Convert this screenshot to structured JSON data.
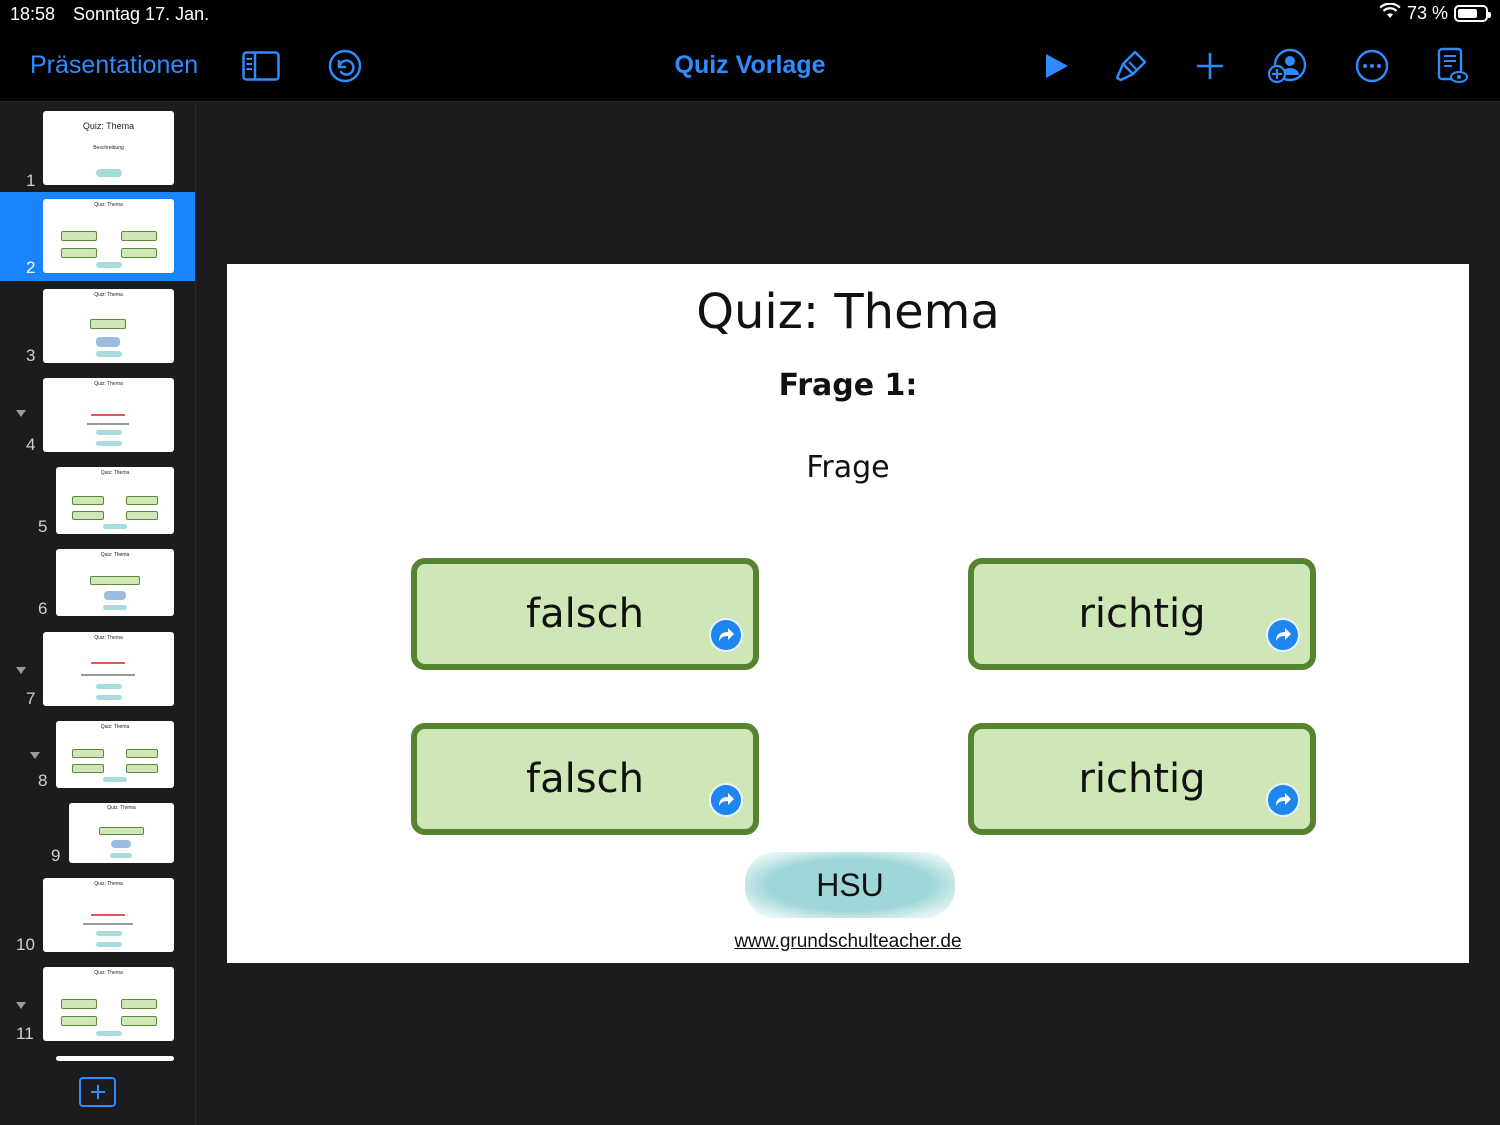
{
  "status_bar": {
    "time": "18:58",
    "date": "Sonntag 17. Jan.",
    "battery_percent": "73 %",
    "battery_level": 0.73
  },
  "toolbar": {
    "back_label": "Präsentationen",
    "title": "Quiz Vorlage",
    "icons": [
      "sidebar-toggle-icon",
      "undo-icon",
      "play-icon",
      "format-brush-icon",
      "plus-icon",
      "collaborate-icon",
      "more-icon",
      "presenter-notes-icon"
    ],
    "accent_color": "#2f8cff"
  },
  "sidebar": {
    "selected_index": 2,
    "slides": [
      {
        "number": "1",
        "title": "Quiz: Thema",
        "sub": "Beschreibung"
      },
      {
        "number": "2",
        "title": "Quiz: Thema"
      },
      {
        "number": "3",
        "title": "Quiz: Thema"
      },
      {
        "number": "4",
        "title": "Quiz: Thema"
      },
      {
        "number": "5",
        "title": "Quiz: Thema"
      },
      {
        "number": "6",
        "title": "Quiz: Thema"
      },
      {
        "number": "7",
        "title": "Quiz: Thema"
      },
      {
        "number": "8",
        "title": "Quiz: Thema"
      },
      {
        "number": "9",
        "title": "Quiz: Thema"
      },
      {
        "number": "10",
        "title": "Quiz: Thema"
      },
      {
        "number": "11",
        "title": "Quiz: Thema"
      }
    ]
  },
  "slide": {
    "title": "Quiz: Thema",
    "question_heading": "Frage 1:",
    "question": "Frage",
    "answers": [
      {
        "label": "falsch"
      },
      {
        "label": "richtig"
      },
      {
        "label": "falsch"
      },
      {
        "label": "richtig"
      }
    ],
    "badge": "HSU",
    "url": "www.grundschulteacher.de",
    "answer_fill": "#cfe6b6",
    "answer_border": "#55832f"
  }
}
